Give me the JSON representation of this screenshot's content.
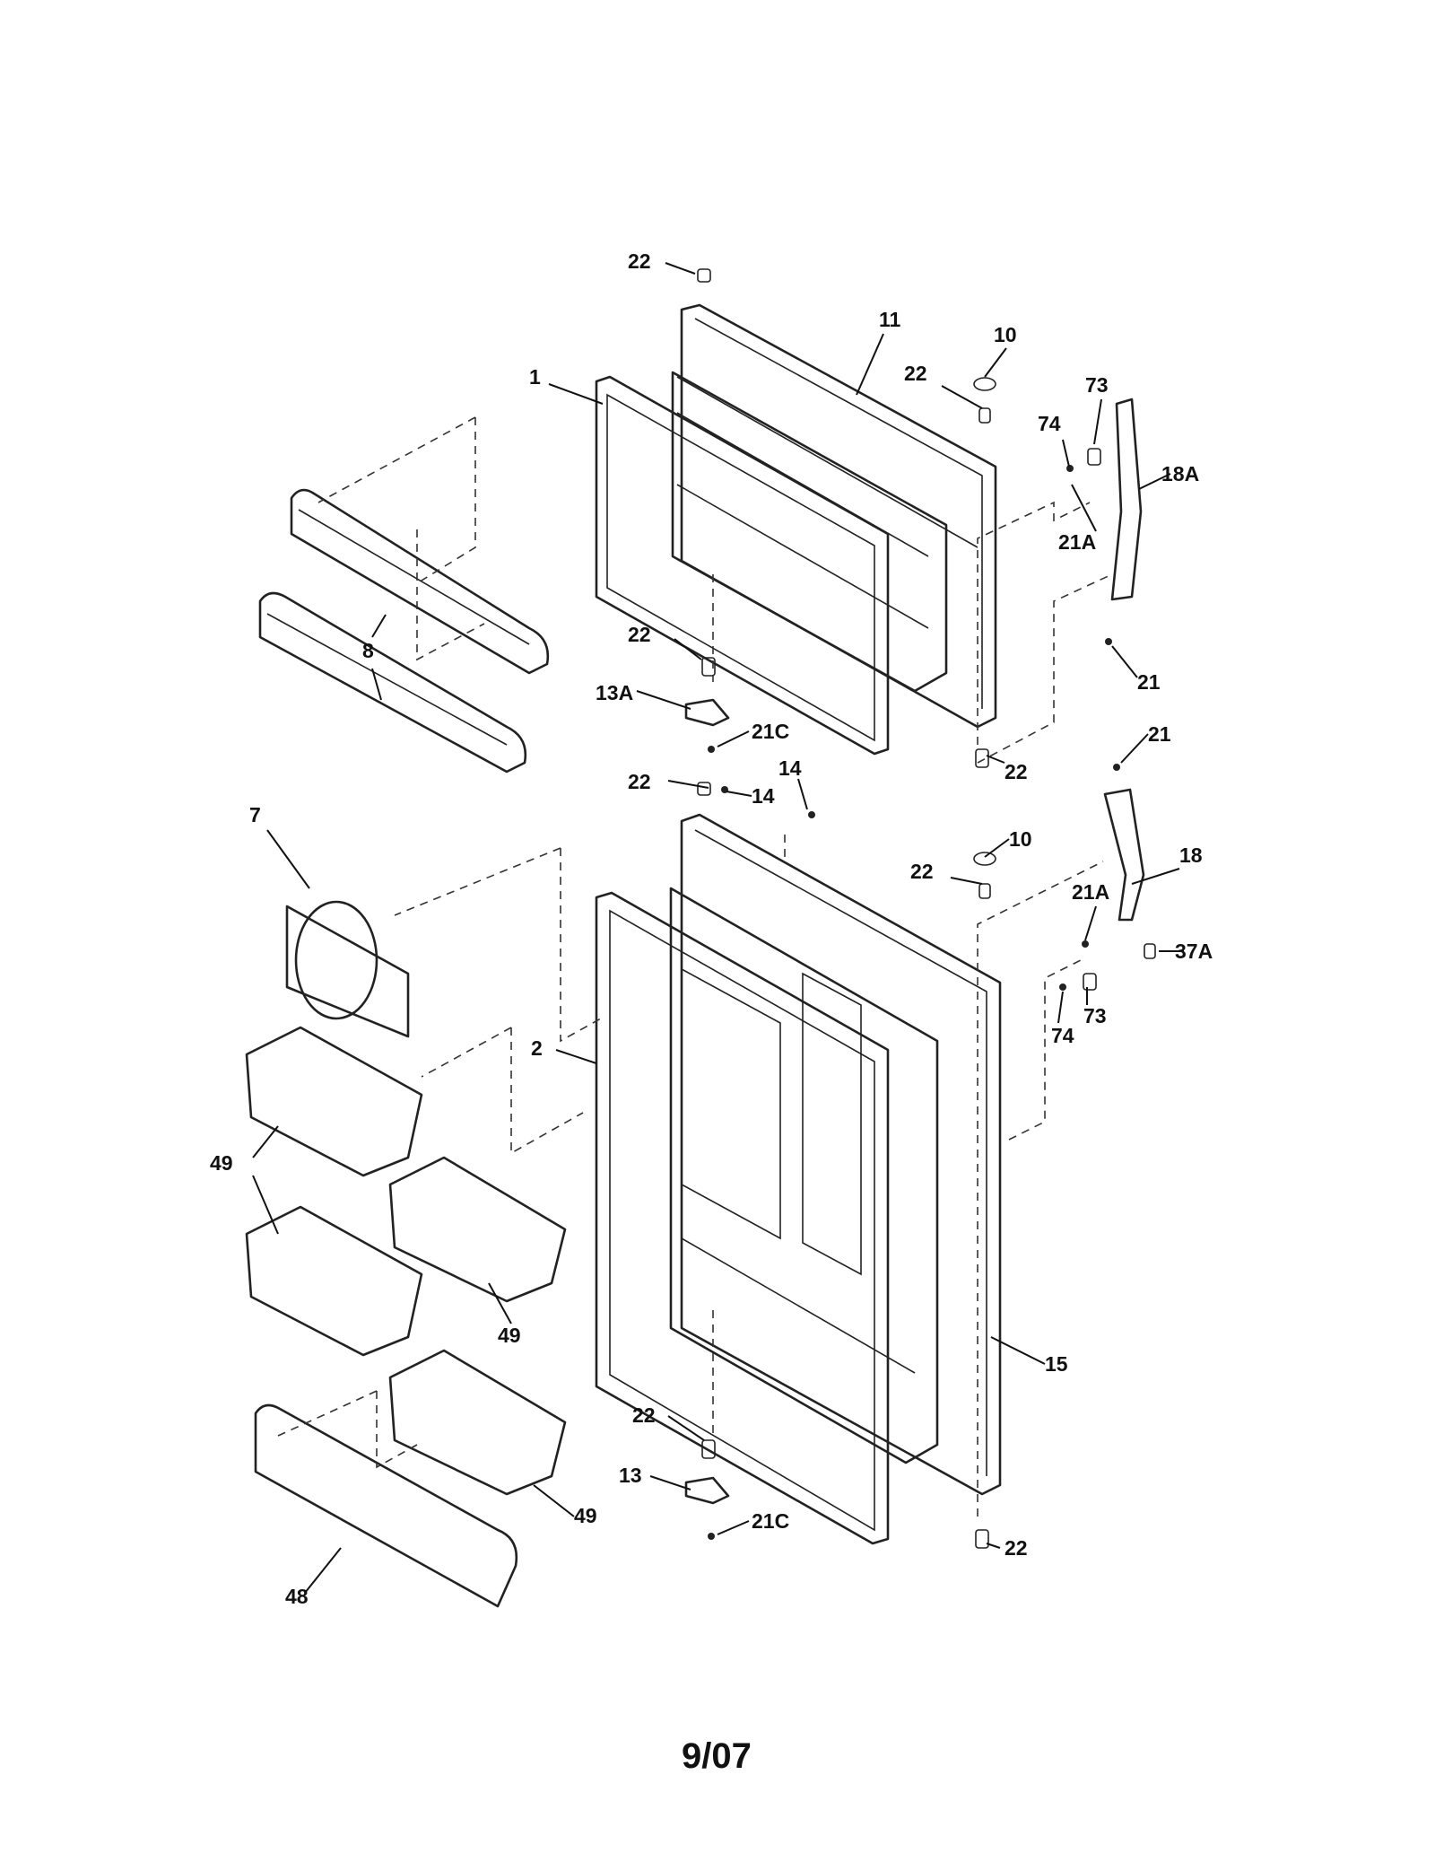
{
  "diagram": {
    "footer": "9/07",
    "labels": {
      "l_22_a": "22",
      "l_11": "11",
      "l_10_a": "10",
      "l_22_b": "22",
      "l_1": "1",
      "l_73_a": "73",
      "l_74_a": "74",
      "l_18A": "18A",
      "l_21A_a": "21A",
      "l_8": "8",
      "l_22_c": "22",
      "l_21_a": "21",
      "l_13A": "13A",
      "l_21C_a": "21C",
      "l_22_d": "22",
      "l_21_b": "21",
      "l_14_a": "14",
      "l_22_e": "22",
      "l_14_b": "14",
      "l_7": "7",
      "l_10_b": "10",
      "l_22_f": "22",
      "l_18": "18",
      "l_21A_b": "21A",
      "l_37A": "37A",
      "l_73_b": "73",
      "l_74_b": "74",
      "l_2": "2",
      "l_49_a": "49",
      "l_49_b": "49",
      "l_15": "15",
      "l_22_g": "22",
      "l_13": "13",
      "l_49_c": "49",
      "l_21C_b": "21C",
      "l_22_h": "22",
      "l_48": "48"
    }
  }
}
